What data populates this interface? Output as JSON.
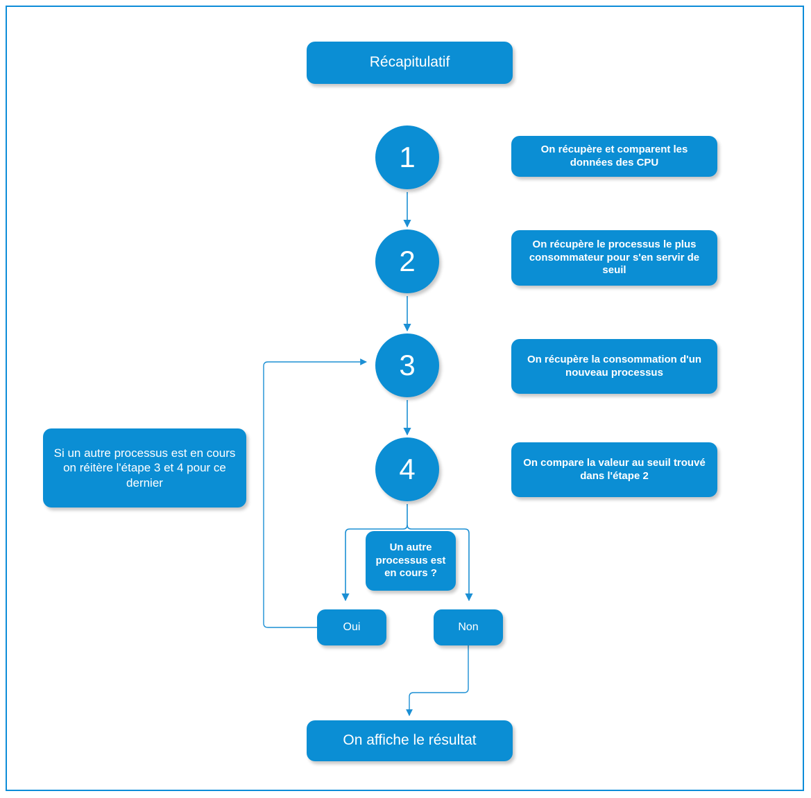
{
  "diagram": {
    "title": "Récapitulatif",
    "accent_color": "#0b8ed4",
    "frame_color": "#0c8cd8",
    "background_color": "#ffffff",
    "text_color": "#ffffff"
  },
  "steps": [
    {
      "number": "1",
      "description": "On récupère et comparent les données des CPU"
    },
    {
      "number": "2",
      "description": "On récupère le processus le plus consommateur pour s'en servir de seuil"
    },
    {
      "number": "3",
      "description": "On récupère la consommation d'un nouveau processus"
    },
    {
      "number": "4",
      "description": "On compare la valeur au seuil trouvé dans l'étape 2"
    }
  ],
  "note": "Si un autre processus est en cours on réitère l'étape 3 et 4 pour ce dernier",
  "decision": {
    "question": "Un autre processus est en cours ?",
    "yes_label": "Oui",
    "no_label": "Non"
  },
  "result": "On affiche le résultat"
}
